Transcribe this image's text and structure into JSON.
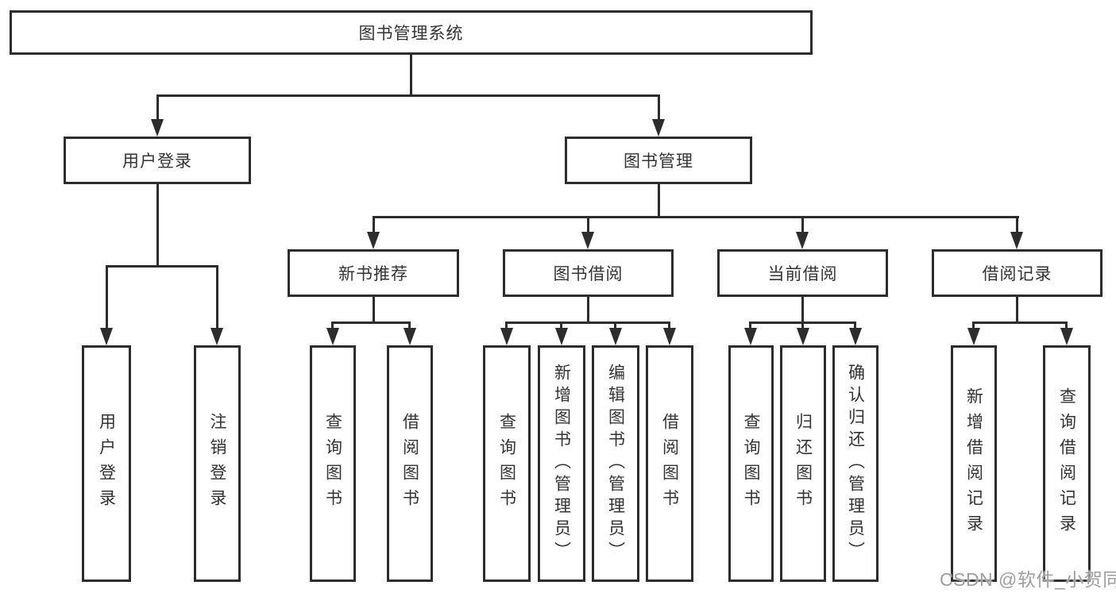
{
  "diagram": {
    "root": {
      "label": "图书管理系统"
    },
    "level2": {
      "user_login": {
        "label": "用户登录"
      },
      "book_mgmt": {
        "label": "图书管理"
      }
    },
    "level3": {
      "new_book_rec": {
        "label": "新书推荐"
      },
      "book_borrow": {
        "label": "图书借阅"
      },
      "current_borrow": {
        "label": "当前借阅"
      },
      "borrow_record": {
        "label": "借阅记录"
      }
    },
    "leaves": {
      "user_login": {
        "label": "用户登录"
      },
      "logout": {
        "label": "注销登录"
      },
      "nb_query": {
        "label": "查询图书"
      },
      "nb_borrow": {
        "label": "借阅图书"
      },
      "bb_query": {
        "label": "查询图书"
      },
      "bb_add": {
        "label": "新增图书（管理员）"
      },
      "bb_edit": {
        "label": "编辑图书（管理员）"
      },
      "bb_borrow": {
        "label": "借阅图书"
      },
      "cb_query": {
        "label": "查询图书"
      },
      "cb_return": {
        "label": "归还图书"
      },
      "cb_confirm": {
        "label": "确认归还（管理员）"
      },
      "br_add": {
        "label": "新增借阅记录"
      },
      "br_query": {
        "label": "查询借阅记录"
      }
    }
  },
  "watermark": {
    "text": "CSDN @软件_小贺同学"
  },
  "colors": {
    "background": "#ffffff",
    "box_border": "#2d2d2d",
    "connector_line": "#2d2d2d",
    "text": "#333333",
    "watermark_text": "#9e9e9e"
  }
}
